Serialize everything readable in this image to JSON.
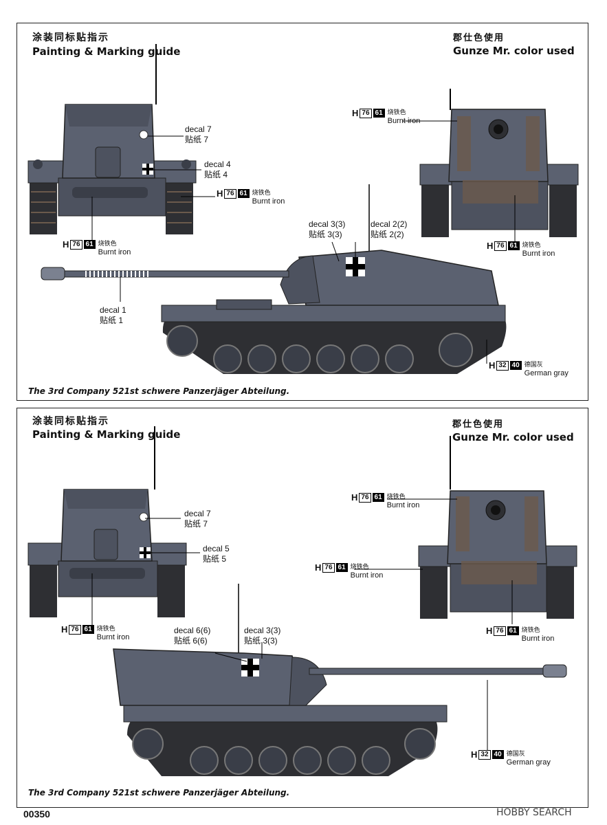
{
  "header": {
    "title_cn": "涂装同标贴指示",
    "title_en": "Painting  &  Marking  guide",
    "gunze_cn": "郡仕色使用",
    "gunze_en": "Gunze Mr. color used"
  },
  "colors": {
    "hull": "#5b6170",
    "hull_light": "#7b8190",
    "hull_dark": "#3a3e48",
    "track": "#2e2f33",
    "rust": "#6b5a4c",
    "line": "#000000"
  },
  "paints": {
    "burnt_iron": {
      "h": "H",
      "n1": "76",
      "n2": "61",
      "cn": "烧铁色",
      "en": "Burnt iron"
    },
    "german_gray": {
      "h": "H",
      "n1": "32",
      "n2": "40",
      "cn": "德国灰",
      "en": "German gray"
    }
  },
  "panel1": {
    "decals": {
      "d7": {
        "en": "decal 7",
        "cn": "贴纸  7"
      },
      "d4": {
        "en": "decal 4",
        "cn": "贴纸  4"
      },
      "d33": {
        "en": "decal 3(3)",
        "cn": "贴纸  3(3)"
      },
      "d22": {
        "en": "decal 2(2)",
        "cn": "贴纸  2(2)"
      },
      "d1": {
        "en": "decal 1",
        "cn": "贴纸  1"
      }
    },
    "caption": "The 3rd Company 521st schwere Panzerjäger Abteilung."
  },
  "panel2": {
    "decals": {
      "d7": {
        "en": "decal 7",
        "cn": "贴纸  7"
      },
      "d5": {
        "en": "decal 5",
        "cn": "贴纸  5"
      },
      "d66": {
        "en": "decal 6(6)",
        "cn": "贴纸  6(6)"
      },
      "d33": {
        "en": "decal 3(3)",
        "cn": "贴纸  3(3)"
      }
    },
    "caption": "The 3rd Company 521st schwere Panzerjäger Abteilung."
  },
  "footer": {
    "page_number": "00350",
    "watermark": "HOBBY SEARCH"
  }
}
